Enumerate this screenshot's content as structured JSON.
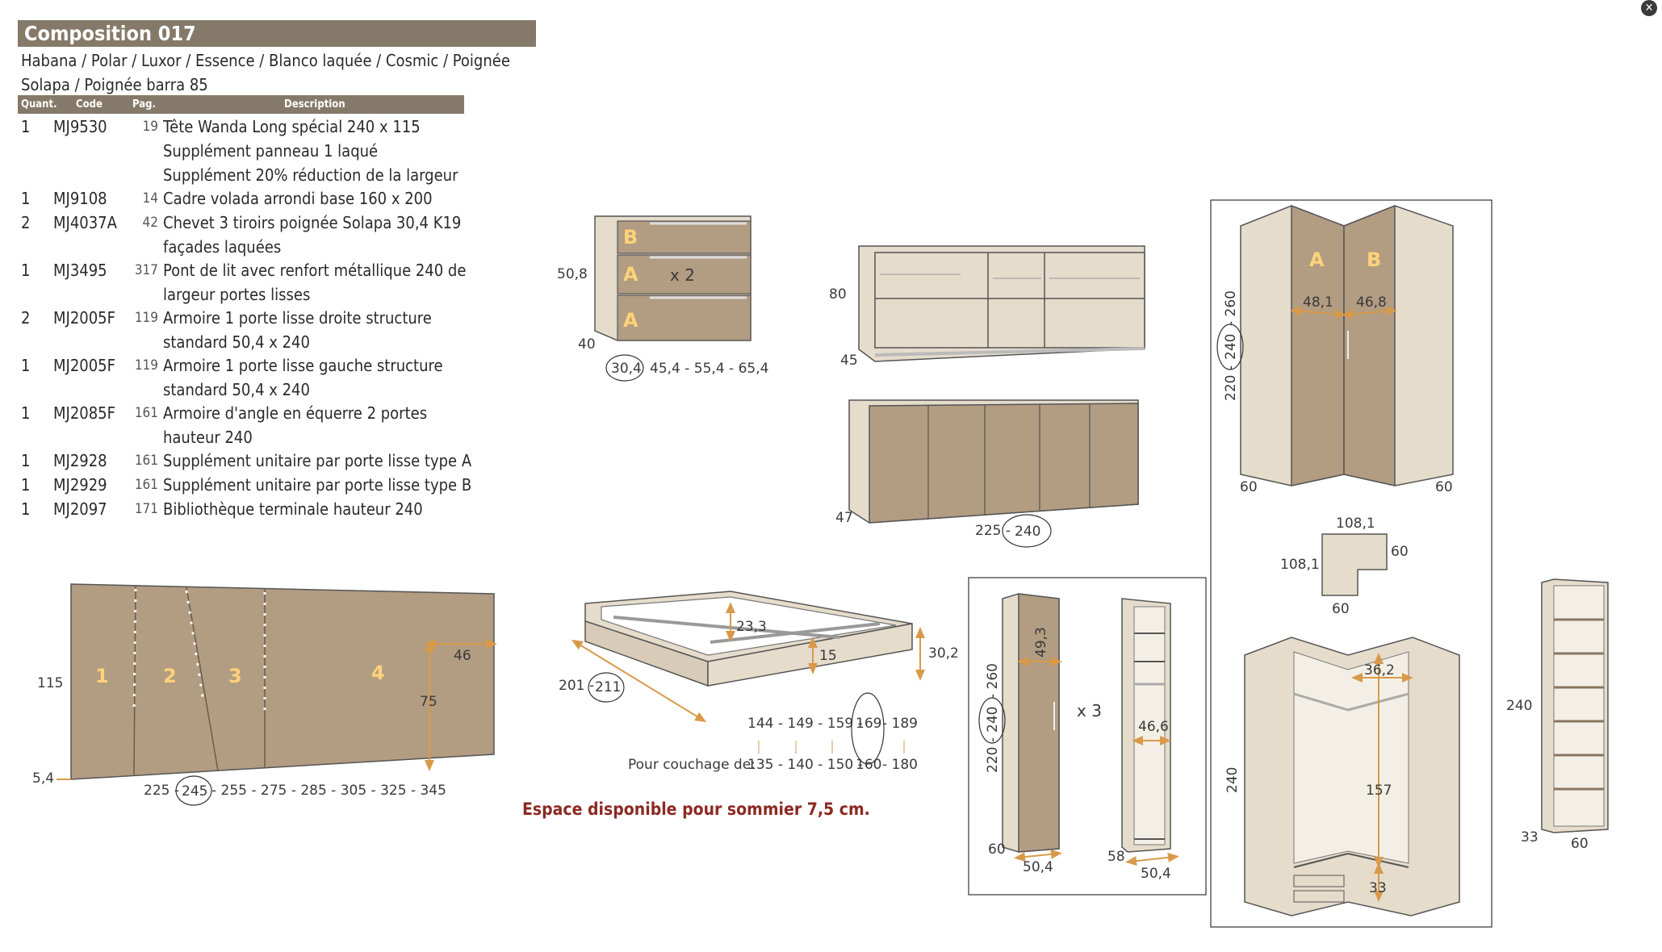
{
  "header": {
    "title": "Composition 017",
    "subtitle": "Habana / Polar / Luxor / Essence / Blanco laquée / Cosmic / Poignée Solapa / Poignée barra 85"
  },
  "table": {
    "columns": [
      "Quant.",
      "Code",
      "Pag.",
      "Description"
    ],
    "rows": [
      {
        "qty": "1",
        "code": "MJ9530",
        "page": "19",
        "desc": "Tête Wanda Long spécial 240 x 115\nSupplément panneau 1 laqué\nSupplément 20% réduction de la largeur"
      },
      {
        "qty": "1",
        "code": "MJ9108",
        "page": "14",
        "desc": "Cadre volada arrondi base 160 x 200"
      },
      {
        "qty": "2",
        "code": "MJ4037A",
        "page": "42",
        "desc": "Chevet 3 tiroirs poignée Solapa 30,4 K19\nfaçades laquées"
      },
      {
        "qty": "1",
        "code": "MJ3495",
        "page": "317",
        "desc": "Pont de lit avec renfort métallique 240 de\nlargeur portes lisses"
      },
      {
        "qty": "2",
        "code": "MJ2005F",
        "page": "119",
        "desc": "Armoire 1 porte lisse droite structure\nstandard 50,4 x 240"
      },
      {
        "qty": "1",
        "code": "MJ2005F",
        "page": "119",
        "desc": "Armoire 1 porte lisse gauche structure\nstandard 50,4 x 240"
      },
      {
        "qty": "1",
        "code": "MJ2085F",
        "page": "161",
        "desc": "Armoire d'angle en équerre 2 portes\nhauteur 240"
      },
      {
        "qty": "1",
        "code": "MJ2928",
        "page": "161",
        "desc": "Supplément unitaire par porte lisse type A"
      },
      {
        "qty": "1",
        "code": "MJ2929",
        "page": "161",
        "desc": "Supplément unitaire par porte lisse type B"
      },
      {
        "qty": "1",
        "code": "MJ2097",
        "page": "171",
        "desc": "Bibliothèque terminale hauteur 240"
      }
    ]
  },
  "drawings": {
    "nightstand": {
      "height": "50,8",
      "depth": "40",
      "widths": "45,4 - 55,4 - 65,4",
      "width_selected": "30,4",
      "multiplier": "x 2",
      "labels": [
        "B",
        "A",
        "A"
      ]
    },
    "bridge": {
      "height": "80",
      "depth": "45",
      "doors_depth": "47",
      "widths": "225 -",
      "width_selected": "240"
    },
    "headboard": {
      "height": "115",
      "base": "5,4",
      "panel_height": "75",
      "panel_width": "46",
      "widths_left": "225 -",
      "width_selected": "245",
      "widths_right": "- 255 - 275 - 285 - 305 - 325 - 345",
      "panels": [
        "1",
        "2",
        "3",
        "4"
      ]
    },
    "bedframe": {
      "depth_left": "201 -",
      "depth_selected": "211",
      "inner_height": "23,3",
      "rail": "15",
      "height": "30,2",
      "widths_left": "144 - 149 - 159 -",
      "width_selected": "169",
      "widths_right": "- 189",
      "mattress_label": "Pour couchage de:",
      "mattress_left": "135 - 140 - 150 -",
      "mattress_selected": "160",
      "mattress_right": "- 180"
    },
    "wardrobe": {
      "heights_left": "220 -",
      "height_selected": "240",
      "heights_right": "- 260",
      "door_width": "49,3",
      "depth": "60",
      "width": "50,4",
      "multiplier": "x 3",
      "inner_width": "46,6",
      "inner_depth": "58",
      "inner_outer_width": "50,4"
    },
    "corner": {
      "heights_left": "220 -",
      "height_selected": "240",
      "heights_right": "- 260",
      "door_a": "48,1",
      "door_b": "46,8",
      "depth_left": "60",
      "depth_right": "60",
      "labels": [
        "A",
        "B"
      ],
      "plan_top": "108,1",
      "plan_left": "108,1",
      "plan_right": "60",
      "plan_bottom": "60",
      "inner_height": "240",
      "inner_width": "36,2",
      "inner_rail": "157",
      "inner_bottom": "33"
    },
    "bookcase": {
      "height": "240",
      "depth": "33",
      "width": "60"
    }
  },
  "note": "Espace disponible pour sommier 7,5 cm.",
  "colors": {
    "header_bg": "#857969",
    "panel": "#b29c82",
    "carcass": "#e6dccc",
    "accent": "#d89a4a",
    "note": "#8b2a23"
  }
}
